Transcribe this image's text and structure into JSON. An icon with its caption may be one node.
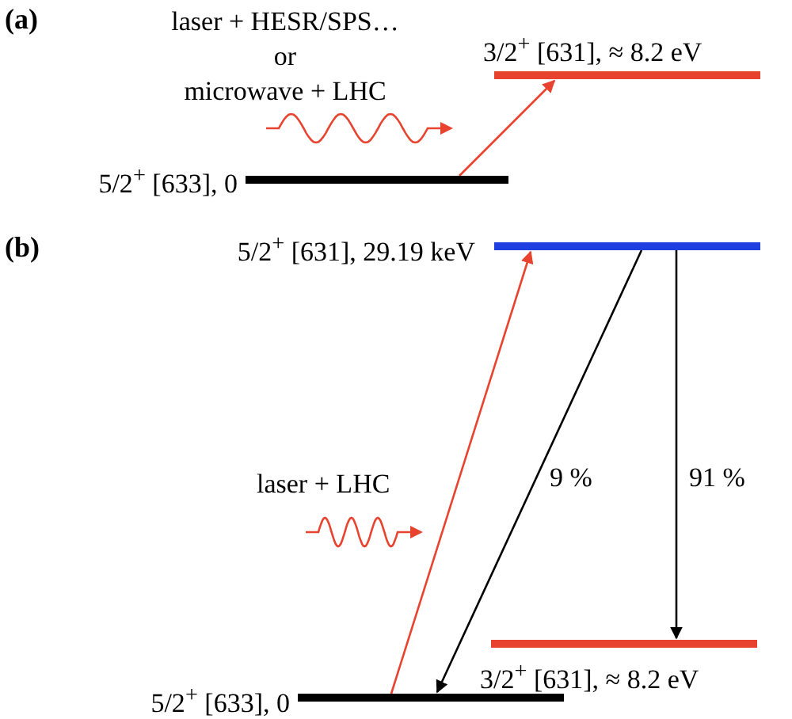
{
  "diagram": {
    "nodes": [
      {
        "text": [
          "5/2$^{+}$ [633], 0"
        ]
      },
      {
        "text": [
          "3/2$^{+}$ [631], ≈ 8.2 eV"
        ]
      },
      {
        "text": [
          "5/2$^{+}$ [631], 29.19 keV"
        ]
      },
      {
        "text": [
          "3/2$^{+}$ [631], ≈ 8.2 eV"
        ]
      },
      {
        "text": [
          "5/2$^{+}$ [633], 0"
        ]
      }
    ],
    "edges": [
      {
        "from": 0,
        "to": 1,
        "arrow": "to",
        "color": "#e8432e"
      },
      {
        "from": 4,
        "to": 2,
        "arrow": "to",
        "color": "#e8432e"
      },
      {
        "from": 2,
        "to": 4,
        "arrow": "to",
        "label": "9 %",
        "color": "#000000"
      },
      {
        "from": 2,
        "to": 3,
        "arrow": "to",
        "label": "91 %",
        "color": "#000000"
      }
    ],
    "labels": [
      "(a)",
      "laser + HESR/SPS…",
      "or",
      "microwave + LHC",
      "(b)",
      "laser + LHC"
    ]
  }
}
